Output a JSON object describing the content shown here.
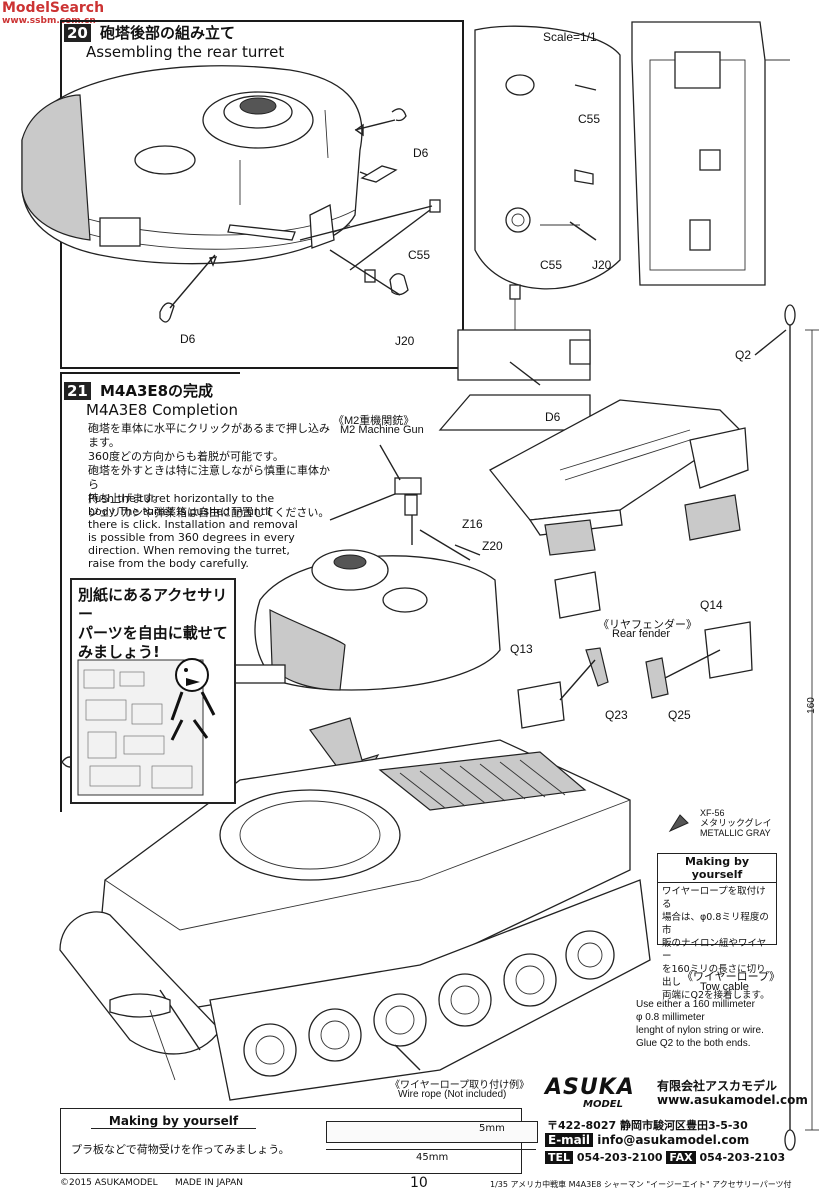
{
  "watermark": {
    "line1": "ModelSearch",
    "line2": "www.ssbm.com.cn"
  },
  "step20": {
    "number": "20",
    "title_jp": "砲塔後部の組み立て",
    "title_en": "Assembling the rear turret",
    "parts": {
      "d6_a": "D6",
      "c55_a": "C55",
      "d6_b": "D6",
      "j20_a": "J20"
    }
  },
  "scale_view": {
    "scale": "Scale=1/1",
    "parts": {
      "c55_top": "C55",
      "c55_bottom": "C55",
      "j20": "J20",
      "d6": "D6",
      "q2": "Q2"
    }
  },
  "step21": {
    "number": "21",
    "title_jp": "M4A3E8の完成",
    "title_en": "M4A3E8 Completion",
    "notes_jp": [
      "砲塔を車体に水平にクリックがあるまで押し込みます。",
      "360度どの方向からも着脱が可能です。",
      "砲塔を外すときは特に注意しながら慎重に車体から",
      "持ち上げます。",
      "ジェリカンや弾薬箱は自由に配置してください。"
    ],
    "notes_en": [
      "Push the turret horizontally to the",
      "body The turret is pushed in until",
      "there is click. Installation and removal",
      "is possible from 360 degrees in every",
      "direction. When removing the turret,",
      "raise from the body carefully."
    ],
    "m2_jp": "《M2重機関銃》",
    "m2_en": "M2 Machine Gun",
    "parts": {
      "z16": "Z16",
      "z20": "Z20",
      "q14": "Q14",
      "q13": "Q13",
      "q23": "Q23",
      "q25": "Q25"
    },
    "rear_fender_jp": "《リヤフェンダー》",
    "rear_fender_en": "Rear fender",
    "accessory_jp": [
      "別紙にあるアクセサリー",
      "パーツを自由に載せて",
      "みましょう!"
    ],
    "dimension": "160",
    "paint_code": "XF-56",
    "paint_jp": "メタリックグレイ",
    "paint_en": "METALLIC GRAY"
  },
  "making_right": {
    "title": "Making by yourself",
    "lines_jp": [
      "ワイヤーロープを取付ける",
      "場合は、φ0.8ミリ程度の市",
      "販のナイロン紐やワイヤー",
      "を160ミリの長さに切り出し",
      "両端にQ2を接着します。"
    ],
    "tow_jp": "《ワイヤーロープ》",
    "tow_en": "Tow cable",
    "lines_en": [
      "Use either a 160 millimeter",
      "φ 0.8 millimeter",
      "lenght of nylon string or wire.",
      "Glue Q2 to the both ends."
    ]
  },
  "wire_rope": {
    "jp": "《ワイヤーロープ取り付け例》",
    "en": "Wire rope (Not included)"
  },
  "making_bottom": {
    "title": "Making by yourself",
    "jp": "プラ板などで荷物受けを作ってみましょう。",
    "dim_h": "5mm",
    "dim_w": "45mm"
  },
  "company": {
    "logo": "ASUKA",
    "logo_sub": "MODEL",
    "name_jp": "有限会社アスカモデル",
    "web": "www.asukamodel.com",
    "address": "〒422-8027  静岡市駿河区豊田3-5-30",
    "email_label": "E-mail",
    "email": "info@asukamodel.com",
    "tel_label": "TEL",
    "tel": "054-203-2100",
    "fax_label": "FAX",
    "fax": "054-203-2103"
  },
  "footer": {
    "copyright": "©2015 ASUKAMODEL",
    "made": "MADE IN JAPAN",
    "page": "10",
    "product": "1/35 アメリカ中戦車 M4A3E8 シャーマン \"イージーエイト\" アクセサリーパーツ付"
  }
}
